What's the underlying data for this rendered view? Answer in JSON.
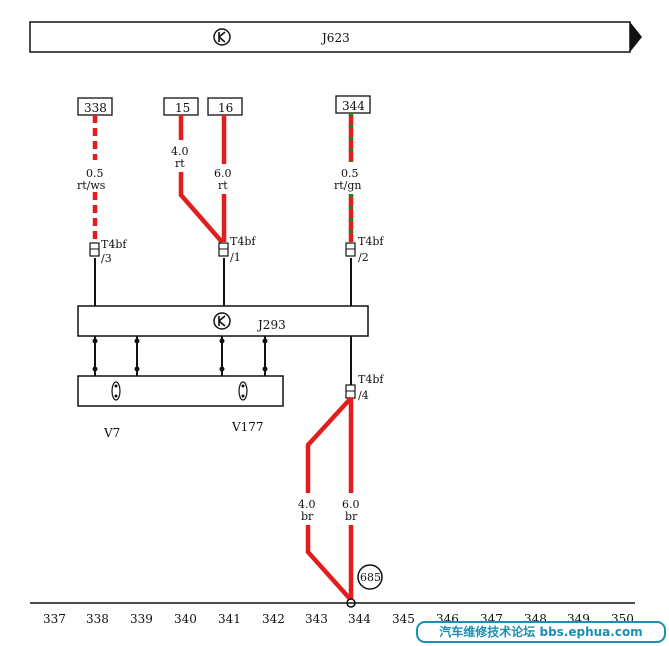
{
  "components": {
    "j623": "J623",
    "j293": "J293",
    "v7": "V7",
    "v177": "V177"
  },
  "terminals": [
    "338",
    "15",
    "16",
    "344"
  ],
  "wires": [
    {
      "size": "0.5",
      "color": "rt/ws"
    },
    {
      "size": "4.0",
      "color": "rt"
    },
    {
      "size": "6.0",
      "color": "rt"
    },
    {
      "size": "0.5",
      "color": "rt/gn"
    },
    {
      "size": "4.0",
      "color": "br"
    },
    {
      "size": "6.0",
      "color": "br"
    }
  ],
  "connectors": {
    "name": "T4bf",
    "pins": [
      "/3",
      "/1",
      "/2",
      "/4"
    ]
  },
  "ground_point": "685",
  "ruler": [
    "337",
    "338",
    "339",
    "340",
    "341",
    "342",
    "343",
    "344",
    "345",
    "346",
    "347",
    "348",
    "349",
    "350"
  ],
  "watermark": "汽车维修技术论坛 bbs.ephua.com",
  "colors": {
    "red": "#e01e1e",
    "brown": "#6b3a1e",
    "green": "#1e8a1e",
    "line": "#111111"
  }
}
